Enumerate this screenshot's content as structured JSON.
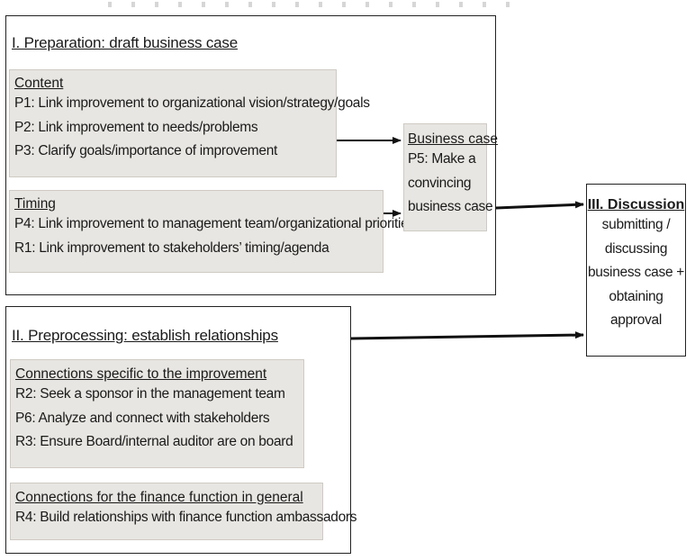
{
  "preparation": {
    "title": "I. Preparation: draft business case",
    "content": {
      "heading": "Content",
      "items": [
        "P1: Link improvement to organizational vision/strategy/goals",
        "P2: Link improvement to needs/problems",
        "P3: Clarify goals/importance of improvement"
      ]
    },
    "timing": {
      "heading": "Timing",
      "items": [
        "P4: Link improvement to management team/organizational priorities",
        "R1: Link improvement to stakeholders’ timing/agenda"
      ]
    }
  },
  "business_case": {
    "heading": "Business case",
    "lines": [
      "P5: Make a",
      "convincing",
      "business case"
    ]
  },
  "discussion": {
    "heading": "III. Discussion",
    "lines": [
      "submitting /",
      "discussing",
      "business case +",
      "obtaining",
      "approval"
    ]
  },
  "preprocessing": {
    "title": "II. Preprocessing: establish relationships",
    "specific": {
      "heading": "Connections specific to the improvement",
      "items": [
        "R2: Seek a sponsor in the management team",
        "P6: Analyze and connect with stakeholders",
        "R3: Ensure Board/internal auditor are on board"
      ]
    },
    "general": {
      "heading": "Connections for the finance function in general",
      "items": [
        "R4: Build relationships with finance function ambassadors"
      ]
    }
  }
}
